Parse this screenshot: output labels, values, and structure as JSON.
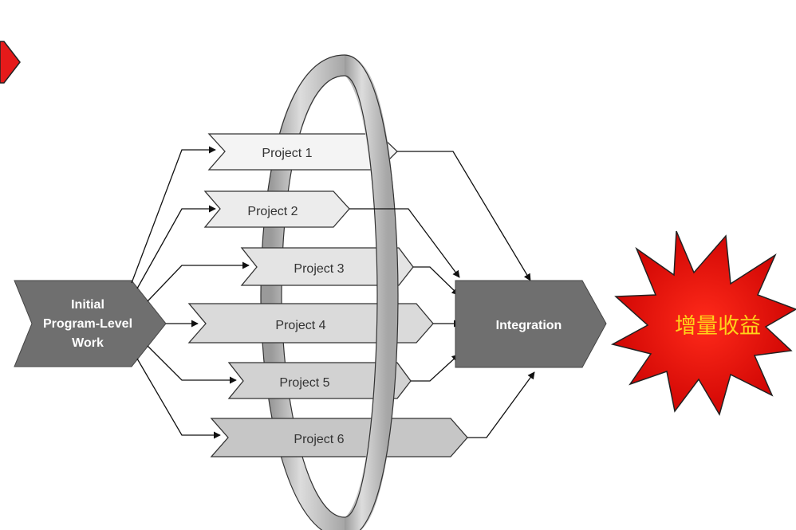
{
  "initial_box": {
    "line1": "Initial",
    "line2": "Program-Level",
    "line3": "Work"
  },
  "projects": [
    {
      "label": "Project 1"
    },
    {
      "label": "Project 2"
    },
    {
      "label": "Project 3"
    },
    {
      "label": "Project 4"
    },
    {
      "label": "Project 5"
    },
    {
      "label": "Project 6"
    }
  ],
  "integration": {
    "label": "Integration"
  },
  "burst": {
    "label": "增量收益"
  },
  "colors": {
    "box_dark": "#6f6f6f",
    "burst_red": "#e81212",
    "burst_text": "#ffd21a",
    "corner_marker": "#e51a1a"
  }
}
